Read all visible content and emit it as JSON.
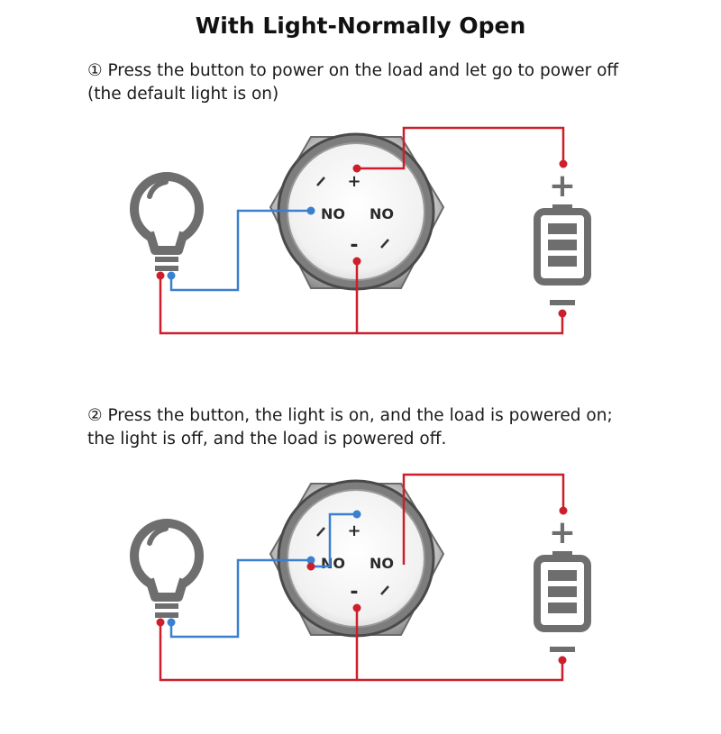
{
  "title": "With Light-Normally Open",
  "sections": [
    {
      "caption_line1": "① Press the button to power on the load and let go to power off",
      "caption_line2": "(the default light is on)"
    },
    {
      "caption_line1": "② Press the button, the light is on, and the load is powered on;",
      "caption_line2": "the light is off, and the load is powered off."
    }
  ],
  "terminal_labels": {
    "plus": "+",
    "minus": "-",
    "no_left": "NO",
    "no_right": "NO"
  },
  "battery_labels": {
    "plus": "+",
    "minus": "-"
  },
  "colors": {
    "positive_wire": "#cc1f2b",
    "signal_wire": "#3a7fd0",
    "icon_gray": "#6e6e6e",
    "metal_dark": "#5a5a5a"
  },
  "icons": [
    "light-bulb-icon",
    "battery-icon",
    "push-button-switch-icon"
  ]
}
